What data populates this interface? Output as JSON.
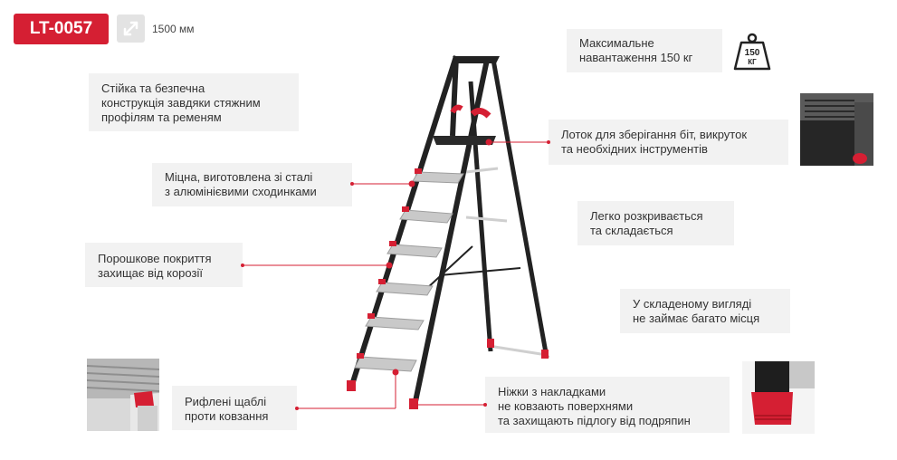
{
  "product": {
    "code": "LT-0057",
    "height": "1500 мм"
  },
  "load": {
    "line1": "Максимальне",
    "line2": "навантаження 150 кг",
    "icon_line1": "150",
    "icon_line2": "КГ"
  },
  "features": {
    "stable_1": "Стійка та безпечна",
    "stable_2": "конструкція завдяки стяжним",
    "stable_3": "профілям та ременям",
    "strong_1": "Міцна, виготовлена зі сталі",
    "strong_2": "з алюмінієвими сходинками",
    "powder_1": "Порошкове покриття",
    "powder_2": "захищає від корозії",
    "steps_1": "Рифлені щаблі",
    "steps_2": "проти ковзання",
    "tray_1": "Лоток для зберігання біт, викруток",
    "tray_2": "та необхідних інструментів",
    "folds_1": "Легко розкривається",
    "folds_2": "та складається",
    "compact_1": "У складеному вигляді",
    "compact_2": "не займає багато місця",
    "feet_1": "Ніжки з накладками",
    "feet_2": "не ковзають поверхнями",
    "feet_3": "та захищають підлогу від подряпин"
  },
  "colors": {
    "accent": "#d51f33",
    "frame": "#1f1f1f",
    "step": "#c9c9c9",
    "box": "#f2f2f2"
  },
  "icons": [
    "diagonal-arrows-icon",
    "weight-icon"
  ]
}
